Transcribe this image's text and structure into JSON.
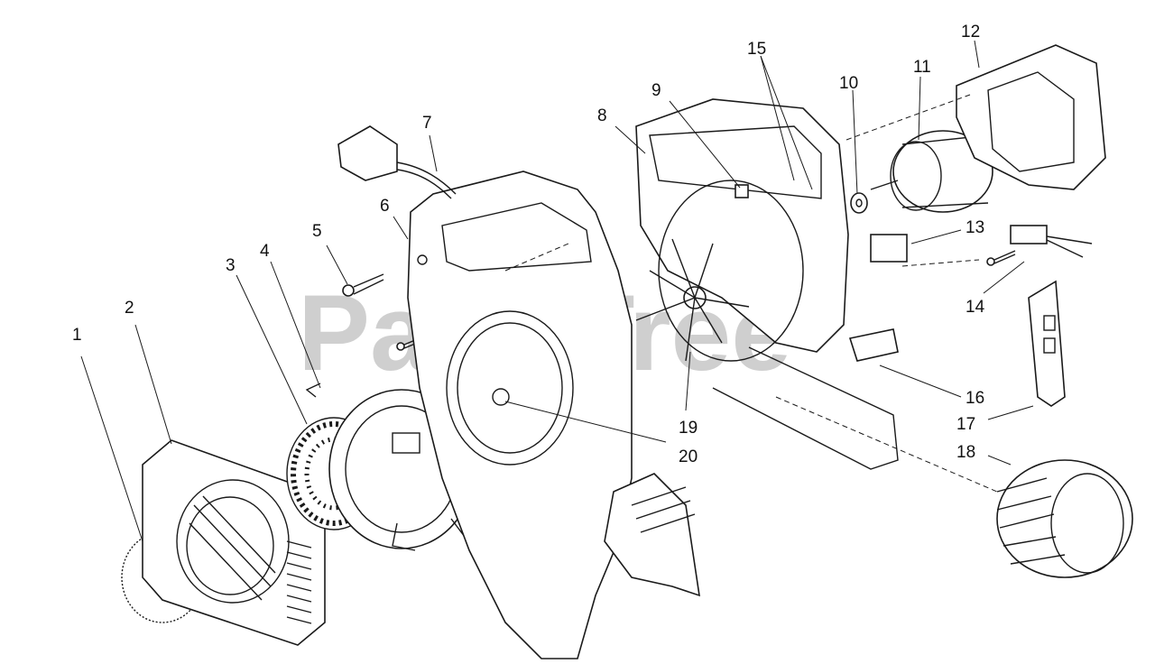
{
  "watermark": "PartsTree",
  "callouts": [
    "1",
    "2",
    "3",
    "4",
    "5",
    "6",
    "7",
    "8",
    "9",
    "10",
    "11",
    "12",
    "13",
    "14",
    "15",
    "16",
    "17",
    "18",
    "19",
    "20"
  ]
}
